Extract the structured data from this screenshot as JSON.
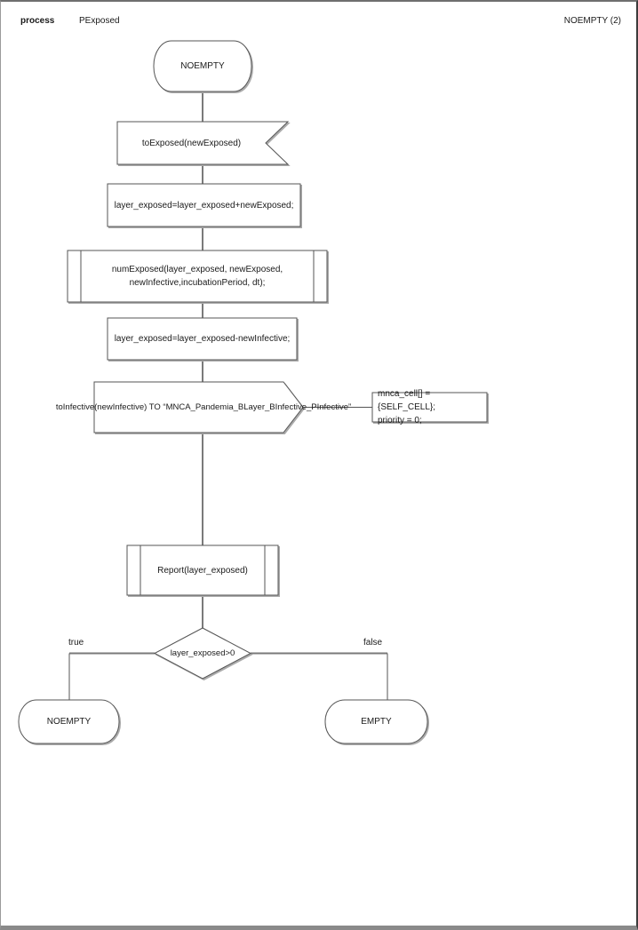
{
  "header": {
    "process_label": "process",
    "process_name": "PExposed",
    "page_label": "NOEMPTY (2)"
  },
  "colors": {
    "shape_stroke": "#545454",
    "connector": "#7a7a7a",
    "text": "#1a1a1a",
    "page_border": "#8a8a8a",
    "shape_fill": "#ffffff"
  },
  "flowchart": {
    "start_state": {
      "label": "NOEMPTY",
      "type": "state"
    },
    "input_signal": {
      "label": "toExposed(newExposed)",
      "type": "input"
    },
    "task_add": {
      "label": "layer_exposed=layer_exposed+newExposed;",
      "type": "task"
    },
    "procedure_numexposed": {
      "label": "numExposed(layer_exposed, newExposed,\nnewInfective,incubationPeriod, dt);",
      "type": "procedure-call"
    },
    "task_subtract": {
      "label": "layer_exposed=layer_exposed-newInfective;",
      "type": "task"
    },
    "output_signal": {
      "label": "toInfective(newInfective) TO “MNCA_Pandemia_BLayer_BInfective_PInfective”",
      "type": "output"
    },
    "comment": {
      "label": "mnca_cell[] = {SELF_CELL};\npriority = 0;",
      "type": "comment"
    },
    "procedure_report": {
      "label": "Report(layer_exposed)",
      "type": "procedure-call"
    },
    "decision": {
      "label": "layer_exposed>0",
      "type": "decision"
    },
    "branch_true": {
      "label": "true"
    },
    "branch_false": {
      "label": "false"
    },
    "end_state_true": {
      "label": "NOEMPTY",
      "type": "state"
    },
    "end_state_false": {
      "label": "EMPTY",
      "type": "state"
    }
  }
}
